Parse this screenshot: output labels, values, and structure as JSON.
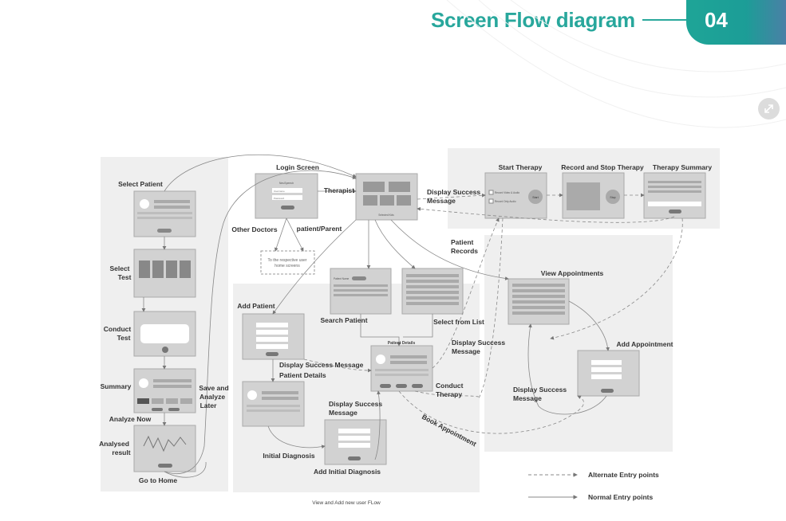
{
  "header": {
    "title": "Screen Flow diagram",
    "badge": "04"
  },
  "labels": {
    "select_patient": "Select Patient",
    "select_test_1": "Select",
    "select_test_2": "Test",
    "conduct_test_1": "Conduct",
    "conduct_test_2": "Test",
    "summary": "Summary",
    "save_analyze_1": "Save and",
    "save_analyze_2": "Analyze",
    "save_analyze_3": "Later",
    "analyze_now": "Analyze Now",
    "analysed_result_1": "Analysed",
    "analysed_result_2": "result",
    "go_to_home": "Go to Home",
    "login_screen": "Login Screen",
    "therapist": "Therapist",
    "other_doctors": "Other Doctors",
    "patient_parent": "patient/Parent",
    "respective_home_1": "To the respective user",
    "respective_home_2": "home screens",
    "display_success_top_1": "Display Success",
    "display_success_top_2": "Message",
    "start_therapy": "Start Therapy",
    "record_stop_therapy": "Record and Stop Therapy",
    "therapy_summary": "Therapy Summary",
    "patient_records_1": "Patient",
    "patient_records_2": "Records",
    "add_patient": "Add Patient",
    "search_patient": "Search Patient",
    "select_from_list": "Select from List",
    "patient_details_small": "Patient Details",
    "display_success_mid_1": "Display Success",
    "display_success_mid_2": "Message",
    "display_success_message": "Display Success Message",
    "patient_details": "Patient Details",
    "conduct_therapy_1": "Conduct",
    "conduct_therapy_2": "Therapy",
    "display_success_low_1": "Display Success",
    "display_success_low_2": "Message",
    "initial_diagnosis": "Initial Diagnosis",
    "add_initial_diagnosis": "Add Initial Diagnosis",
    "book_appointment": "Book Appointment",
    "view_appointments": "View Appointments",
    "add_appointment": "Add Appointment",
    "display_success_right_1": "Display Success",
    "display_success_right_2": "Message",
    "view_add_flow": "View and Add new user FLow",
    "selected_kids": "Selected Kids",
    "start": "Start",
    "stop": "Stop",
    "record_video_audio": "Record Video & Audio",
    "record_only_audio": "Record Only Audio",
    "username": "Username",
    "password": "Password",
    "neurospeech": "NeuSpeech",
    "patient_name": "Patient Name"
  },
  "legend": {
    "alternate": "Alternate Entry points",
    "normal": "Normal Entry points"
  },
  "colors": {
    "accent": "#28a79c",
    "panel": "#efefef",
    "screen": "#d4d4d4",
    "line": "#8a8a8a"
  }
}
